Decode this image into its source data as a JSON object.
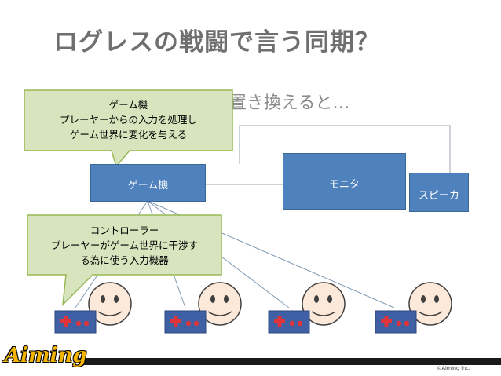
{
  "slide": {
    "title": "ログレスの戦闘で言う同期？",
    "subtitle": "置き換えると…"
  },
  "boxes": {
    "game_machine": "ゲーム機",
    "monitor": "モニタ",
    "speaker": "スピーカ"
  },
  "callouts": {
    "game_machine": {
      "line1": "ゲーム機",
      "line2": "プレーヤーからの入力を処理し",
      "line3": "ゲーム世界に変化を与える"
    },
    "controller": {
      "line1": "コントローラー",
      "line2": "プレーヤーがゲーム世界に干渉す",
      "line3": "る為に使う入力機器"
    }
  },
  "footer": {
    "logo": "Aiming",
    "copyright": "©Aiming inc."
  },
  "colors": {
    "box_fill": "#4f81bd",
    "callout_fill": "#d7e4bd",
    "callout_stroke": "#98b954",
    "face_fill": "#fde9d9",
    "controller_fill": "#3f60a4",
    "controller_button": "#e0343a",
    "logo": "#f2b400"
  }
}
